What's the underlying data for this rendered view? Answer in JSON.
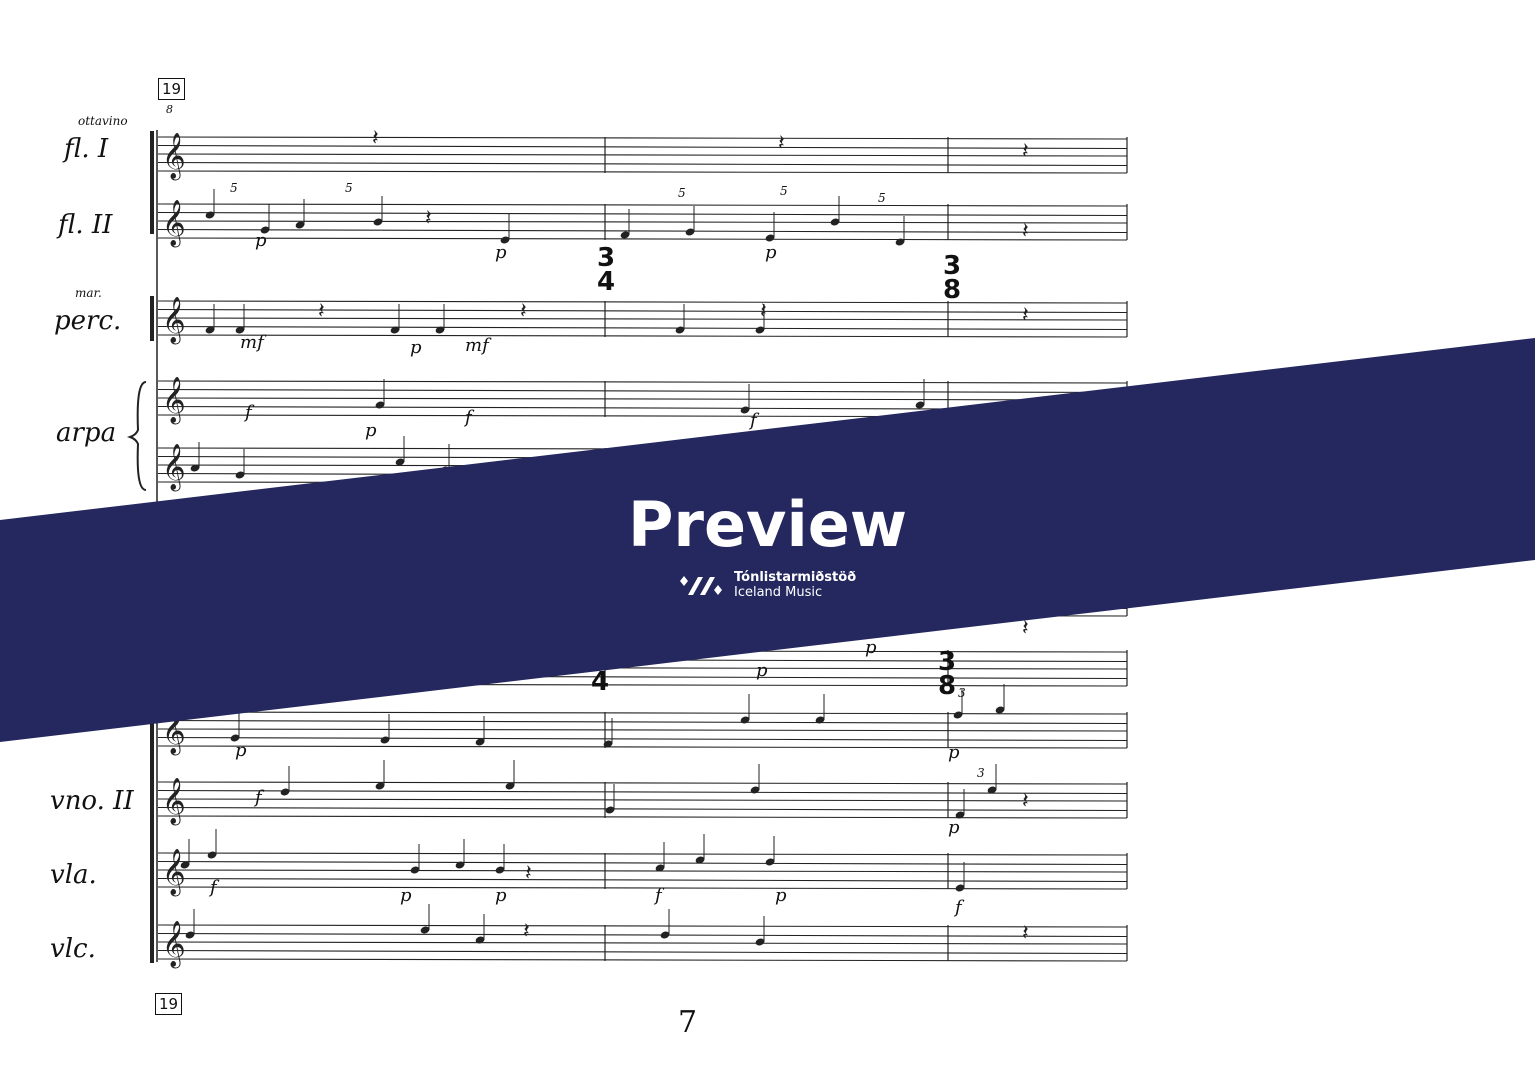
{
  "rehearsal_mark": "19",
  "page_number": "7",
  "instruments": {
    "ottavino": "ottavino",
    "ottava_mark": "8",
    "fl1": "fl. I",
    "fl2": "fl. II",
    "perc_sub": "mar.",
    "perc": "perc.",
    "arpa": "arpa",
    "vno2": "vno. II",
    "vla": "vla.",
    "vlc": "vlc."
  },
  "time_signatures": [
    {
      "num": "3",
      "den": "4"
    },
    {
      "num": "3",
      "den": "8"
    },
    {
      "num": "",
      "den": "4"
    },
    {
      "num": "3",
      "den": "8"
    }
  ],
  "dynamics": [
    "p",
    "p",
    "p",
    "mf",
    "p",
    "mf",
    "f",
    "p",
    "f",
    "f",
    "p",
    "p",
    "p",
    "p",
    "f",
    "p",
    "f",
    "p",
    "p",
    "f",
    "p",
    "f"
  ],
  "tuplets": [
    "5",
    "5",
    "5",
    "5",
    "5",
    "3",
    "3"
  ],
  "banner": {
    "title": "Preview",
    "logo_line1": "Tónlistarmiðstöð",
    "logo_line2": "Iceland Music",
    "color": "#24285f"
  }
}
